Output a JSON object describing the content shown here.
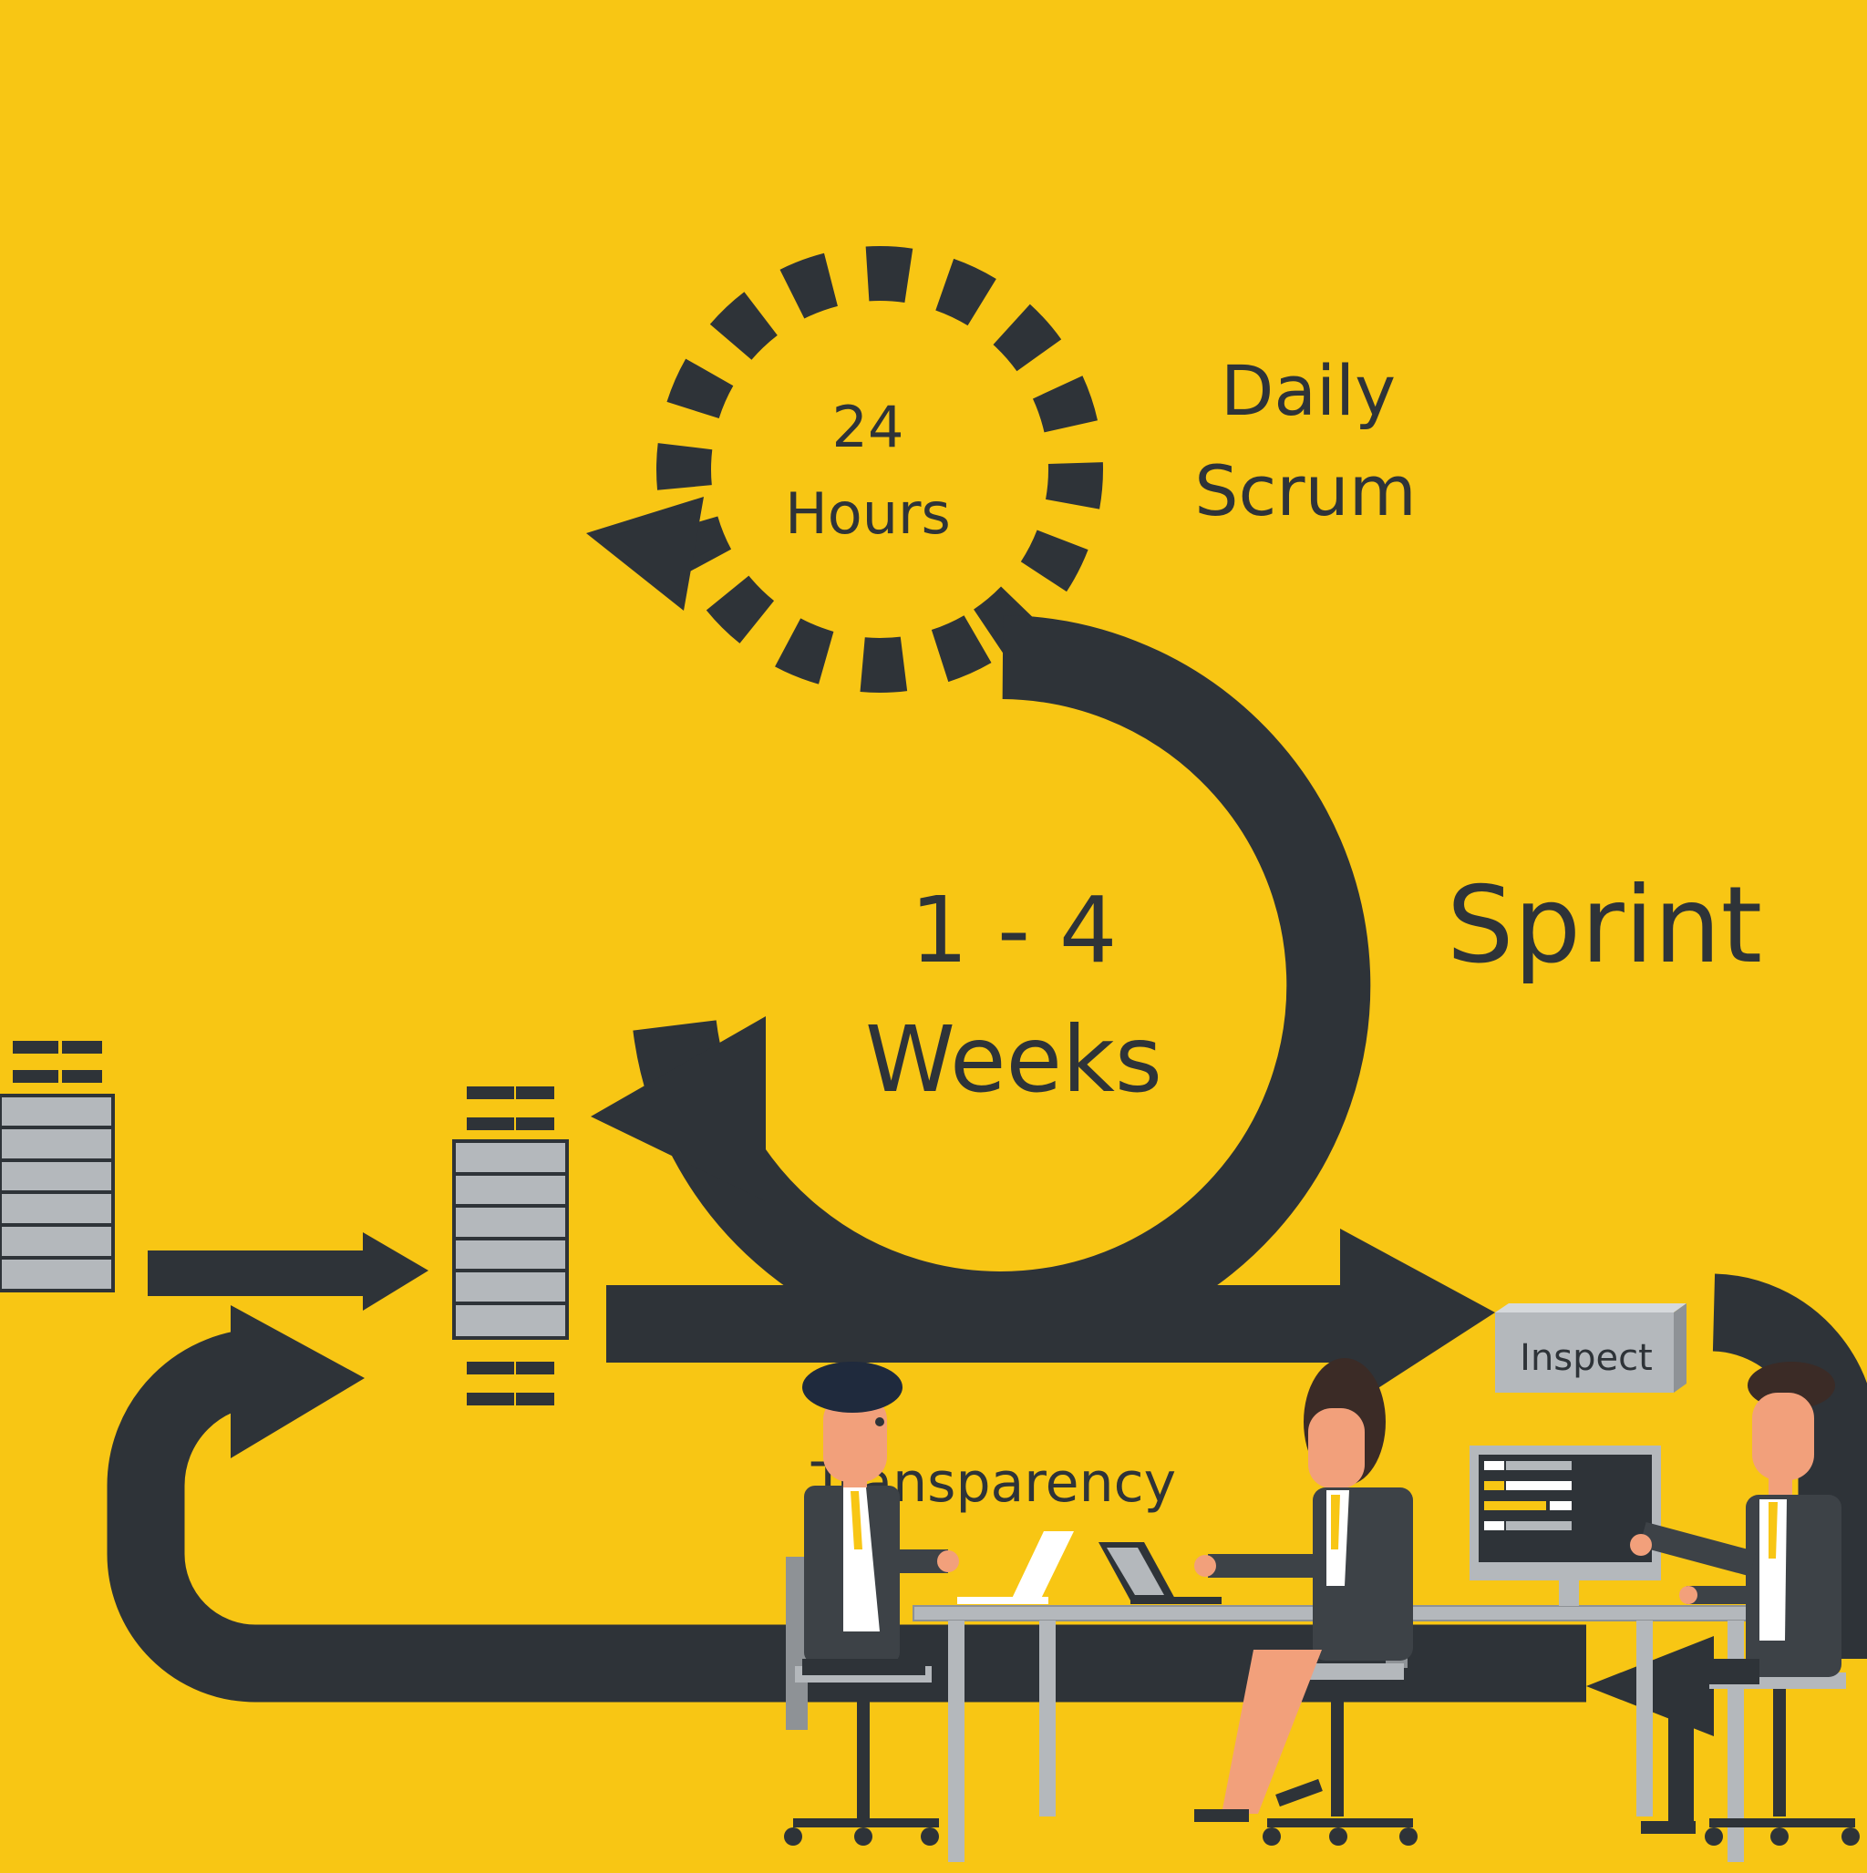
{
  "labels": {
    "daily_hours_num": "24",
    "daily_hours_unit": "Hours",
    "daily_scrum_line1": "Daily",
    "daily_scrum_line2": "Scrum",
    "sprint_duration_line1": "1 - 4",
    "sprint_duration_line2": "Weeks",
    "sprint": "Sprint",
    "inspect": "Inspect",
    "transparency": "Transparency"
  },
  "colors": {
    "background": "#f8c614",
    "dark": "#2e3338",
    "gray": "#b4b8bc",
    "skin": "#f2a07b",
    "hair": "#3b2b26"
  },
  "icons": [
    "product-backlog-icon",
    "sprint-backlog-icon",
    "increment-box-icon",
    "computer-monitor-icon",
    "laptop-icon"
  ]
}
